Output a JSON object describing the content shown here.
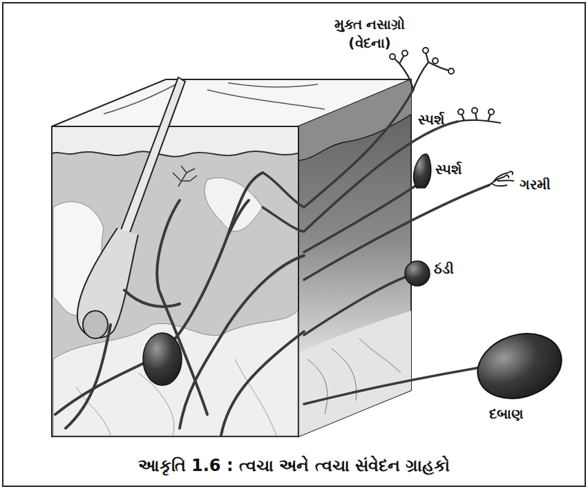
{
  "diagram": {
    "caption": "આકૃતિ 1.6 : ત્વચા અને ત્વચા સંવેદન ગ્રાહકો",
    "labels": [
      "મુક્ત નસાગ્રો (વેદના)",
      "સ્પર્શ",
      "સ્પર્શ",
      "ગરમી",
      "ઠંડી",
      "દબાણ"
    ]
  }
}
